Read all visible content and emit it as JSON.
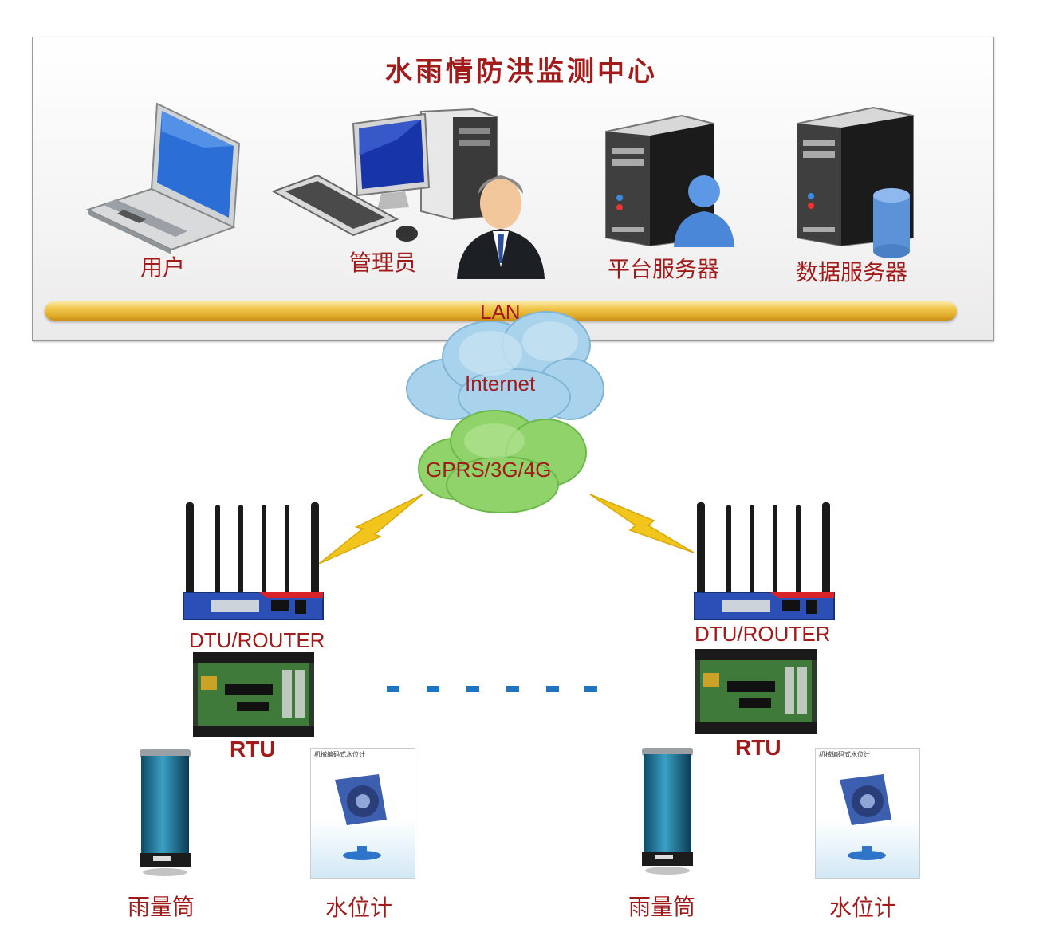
{
  "center": {
    "title": "水雨情防洪监测中心",
    "nodes": [
      {
        "label": "用户",
        "icon": "laptop-icon"
      },
      {
        "label": "管理员",
        "icon": "admin-computer-icon"
      },
      {
        "label": "平台服务器",
        "icon": "platform-server-icon"
      },
      {
        "label": "数据服务器",
        "icon": "data-server-icon"
      }
    ],
    "lan_label": "LAN"
  },
  "network": {
    "internet_label": "Internet",
    "mobile_label": "GPRS/3G/4G"
  },
  "stations": [
    {
      "router_label": "DTU/ROUTER",
      "rtu_label": "RTU",
      "rain_gauge_label": "雨量筒",
      "water_level_label": "水位计",
      "meter_caption": "机械编码式水位计"
    },
    {
      "router_label": "DTU/ROUTER",
      "rtu_label": "RTU",
      "rain_gauge_label": "雨量筒",
      "water_level_label": "水位计",
      "meter_caption": "机械编码式水位计"
    }
  ],
  "colors": {
    "label": "#a21b1b",
    "lan_bar": "#f1c94e",
    "ellipsis_dash": "#1f74c2",
    "lightning": "#f2c51c"
  }
}
